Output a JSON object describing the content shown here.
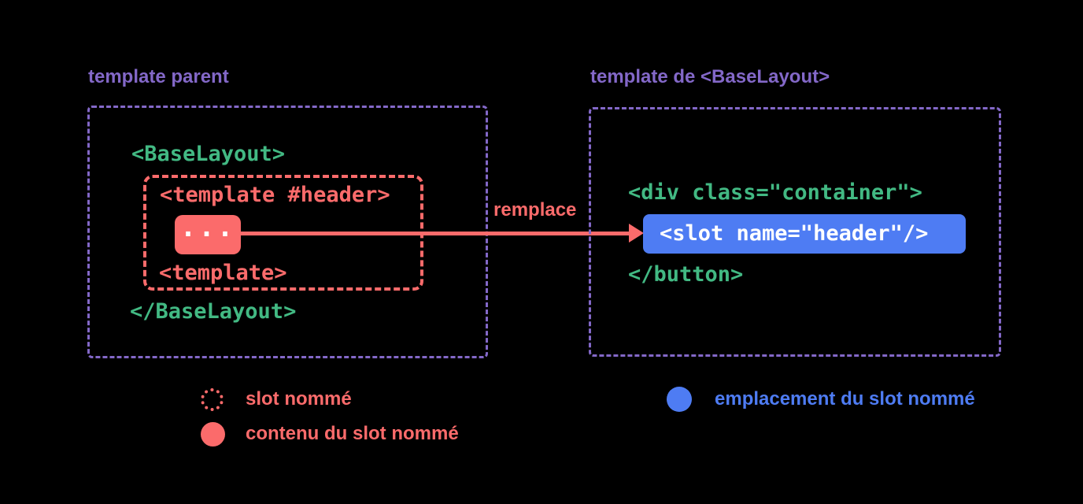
{
  "colors": {
    "bg": "#000000",
    "purple": "#8368c8",
    "green": "#42b983",
    "red": "#fb6b6b",
    "blue": "#4e7cf3",
    "white": "#ffffff"
  },
  "left_panel": {
    "title": "template parent",
    "code_open": "<BaseLayout>",
    "code_close": "</BaseLayout>",
    "named_slot": {
      "open_tag": "<template #header>",
      "content": "...",
      "close_tag": "<template>"
    }
  },
  "arrow": {
    "label": "remplace"
  },
  "right_panel": {
    "title": "template de <BaseLayout>",
    "code_open": "<div class=\"container\">",
    "slot_placement": "<slot name=\"header\"/>",
    "code_close": "</button>"
  },
  "legend": {
    "items": [
      {
        "marker": "dotted-red-circle",
        "label": "slot nommé"
      },
      {
        "marker": "solid-red-circle",
        "label": "contenu du slot nommé"
      },
      {
        "marker": "solid-blue-circle",
        "label": "emplacement du slot nommé"
      }
    ]
  }
}
